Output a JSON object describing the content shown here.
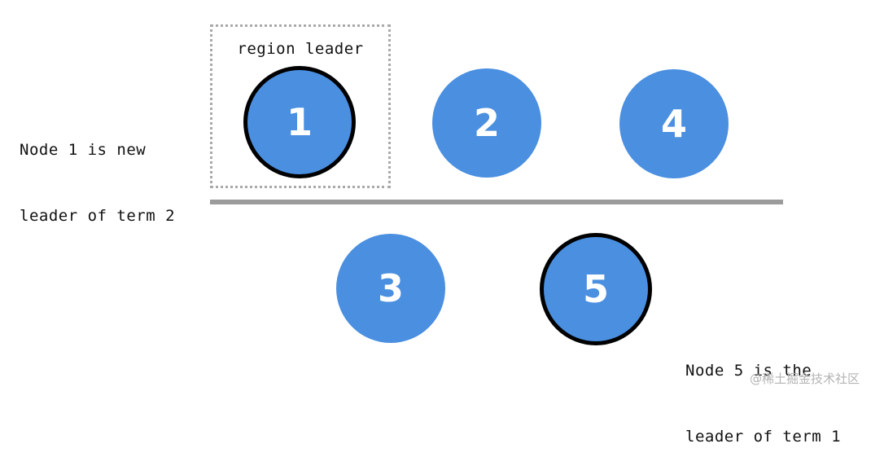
{
  "region": {
    "label": "region leader"
  },
  "annotations": {
    "left_line1": "Node 1 is new",
    "left_line2": "leader of term 2",
    "right_line1": "Node 5 is the",
    "right_line2": "leader of term 1"
  },
  "nodes": [
    {
      "id": "1",
      "label": "1",
      "is_leader": true
    },
    {
      "id": "2",
      "label": "2",
      "is_leader": false
    },
    {
      "id": "4",
      "label": "4",
      "is_leader": false
    },
    {
      "id": "3",
      "label": "3",
      "is_leader": false
    },
    {
      "id": "5",
      "label": "5",
      "is_leader": true
    }
  ],
  "colors": {
    "node_fill": "#4a8fe0",
    "leader_border": "#000000",
    "divider": "#9b9b9b",
    "region_border": "#a9a9a9"
  },
  "watermark": "@稀土掘金技术社区"
}
